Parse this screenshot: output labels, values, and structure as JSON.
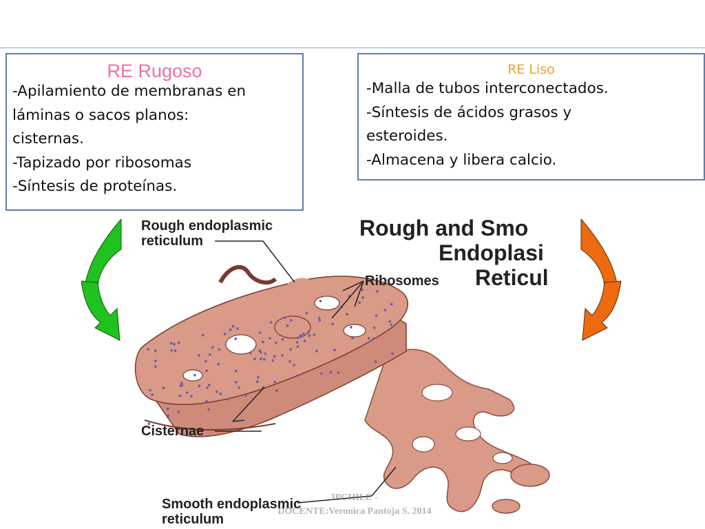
{
  "rough_box": {
    "title": "RE Rugoso",
    "lines": [
      "-Apilamiento de membranas en",
      "láminas o sacos planos:",
      "cisternas.",
      "-Tapizado por ribosomas",
      "-Síntesis de proteínas."
    ]
  },
  "smooth_box": {
    "title": "RE Liso",
    "lines": [
      "-Malla de tubos interconectados.",
      "-Síntesis de ácidos grasos y",
      "esteroides.",
      "-Almacena y libera calcio."
    ]
  },
  "diagram": {
    "heading": [
      "Rough and Smo",
      "Endoplasi",
      "Reticul"
    ],
    "labels": {
      "rough_er": [
        "Rough endoplasmic",
        "reticulum"
      ],
      "ribosomes": "Ribosomes",
      "cisternae": "Cisternae",
      "smooth_er": [
        "Smooth endoplasmic",
        "reticulum"
      ]
    }
  },
  "arrows": {
    "left_color": "#1fc21f",
    "right_color": "#ee6a10"
  },
  "colors": {
    "rough_title": "#ef6fa8",
    "smooth_title": "#f0a02a",
    "box_border": "#5a7fb0",
    "membrane": "#d99a88",
    "ribosome": "#6a5aa8"
  },
  "watermark": [
    "IPCHILE -",
    "DOCENTE:Veronica Pantoja S. 2014"
  ]
}
